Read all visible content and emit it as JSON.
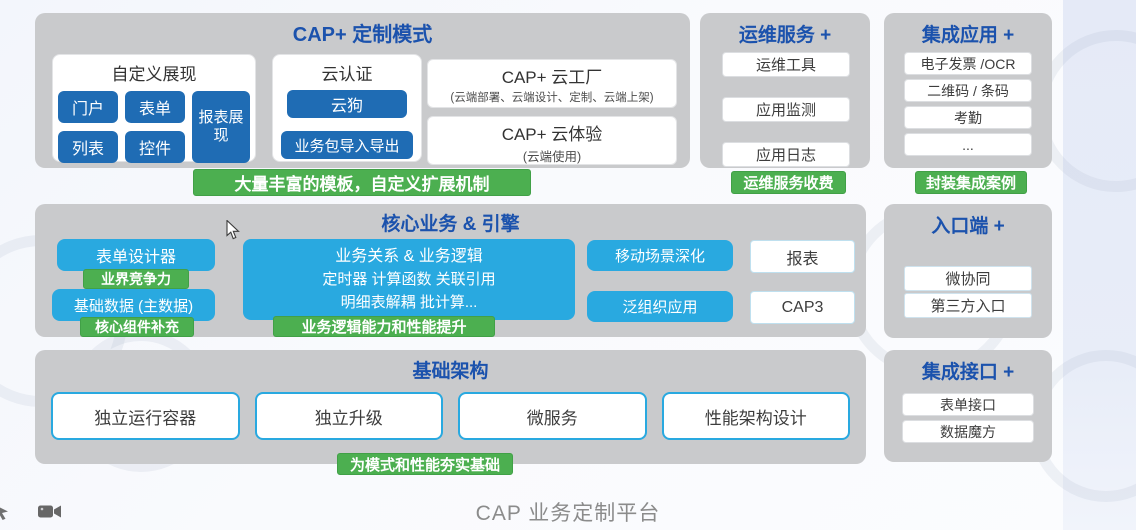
{
  "caption": "CAP 业务定制平台",
  "colors": {
    "panel_gray": "#c9cacc",
    "dark_blue": "#1f6cb4",
    "cyan": "#29a9e0",
    "green": "#4caf50",
    "title_blue": "#1b52ad"
  },
  "icons": {
    "camera": "video-camera",
    "pointer": "pointer-arrow",
    "cursor": "mouse-arrow-cursor"
  },
  "panels": {
    "custom_mode": {
      "title": "CAP+ 定制模式",
      "badge": "大量丰富的模板，自定义扩展机制",
      "custom_display": {
        "title": "自定义展现",
        "buttons": [
          "门户",
          "表单",
          "报表展现",
          "列表",
          "控件"
        ]
      },
      "cloud_auth": {
        "title": "云认证",
        "buttons": [
          "云狗",
          "业务包导入导出"
        ]
      },
      "cloud_factory": {
        "title": "CAP+ 云工厂",
        "subtitle": "(云端部署、云端设计、定制、云端上架)"
      },
      "cloud_experience": {
        "title": "CAP+ 云体验",
        "subtitle": "(云端使用)"
      }
    },
    "ops_service": {
      "title": "运维服务 +",
      "items": [
        "运维工具",
        "应用监测",
        "应用日志"
      ],
      "badge": "运维服务收费"
    },
    "integrated_apps": {
      "title": "集成应用 +",
      "items": [
        "电子发票 /OCR",
        "二维码 / 条码",
        "考勤",
        "..."
      ],
      "badge": "封装集成案例"
    },
    "core_business": {
      "title": "核心业务 & 引擎",
      "form_designer": "表单设计器",
      "form_designer_badge": "业界竞争力",
      "base_data": "基础数据 (主数据)",
      "base_data_badge": "核心组件补充",
      "engine_lines": [
        "业务关系 & 业务逻辑",
        "定时器 计算函数 关联引用",
        "明细表解耦 批计算..."
      ],
      "engine_badge": "业务逻辑能力和性能提升",
      "mobile": "移动场景深化",
      "pan_org": "泛组织应用",
      "report": "报表",
      "cap3": "CAP3"
    },
    "entry_ports": {
      "title": "入口端 +",
      "items": [
        "微协同",
        "第三方入口"
      ]
    },
    "infrastructure": {
      "title": "基础架构",
      "items": [
        "独立运行容器",
        "独立升级",
        "微服务",
        "性能架构设计"
      ],
      "badge": "为模式和性能夯实基础"
    },
    "integration_api": {
      "title": "集成接口 +",
      "items": [
        "表单接口",
        "数据魔方"
      ]
    }
  }
}
